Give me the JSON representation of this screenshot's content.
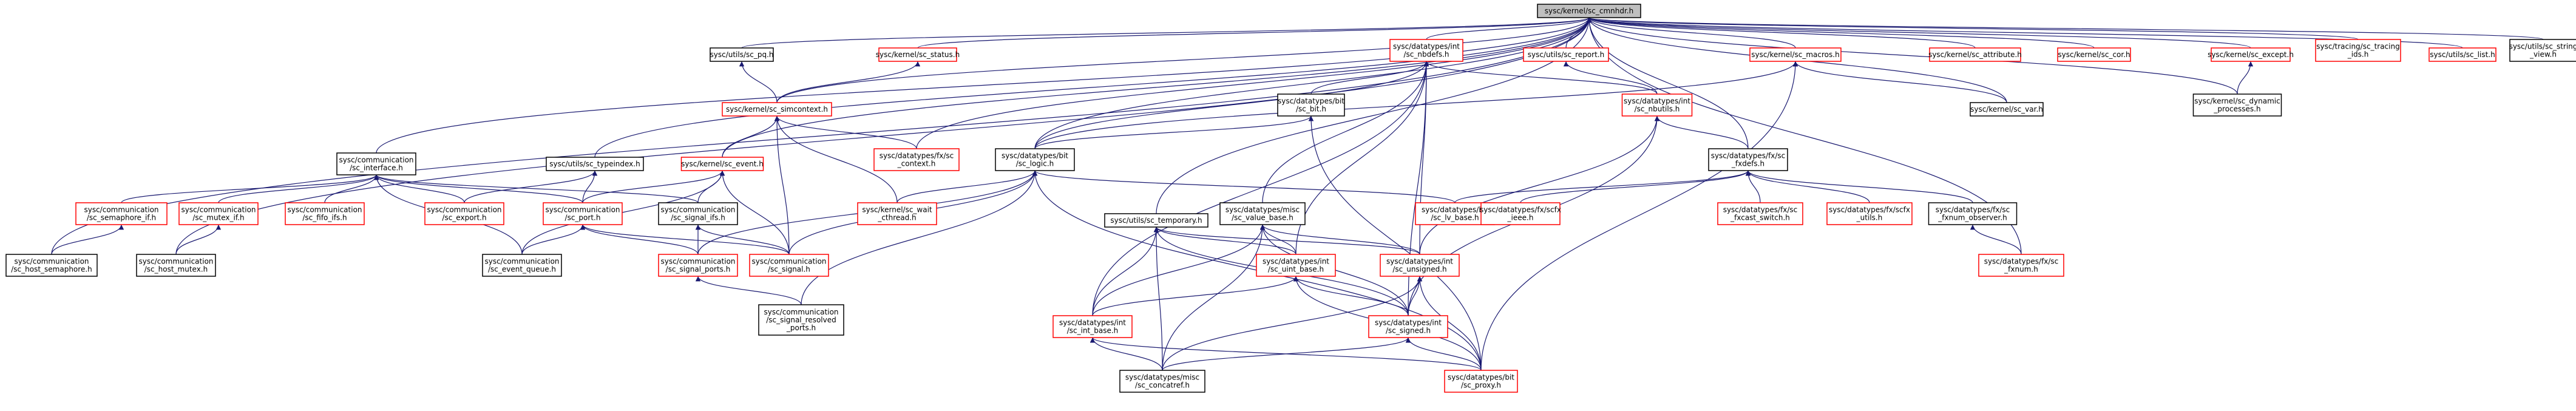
{
  "diagram": {
    "type": "include-dependency-graph",
    "root": "sc_cmnhdr",
    "colors": {
      "edge": "#191970",
      "link_border": "#ff0000",
      "plain_border": "#000000",
      "root_fill": "#bfbfbf"
    },
    "nodes": [
      {
        "id": "sc_cmnhdr",
        "label": [
          "sysc/kernel/sc_cmnhdr.h"
        ],
        "style": "root"
      },
      {
        "id": "sc_interface",
        "label": [
          "sysc/communication",
          "/sc_interface.h"
        ],
        "style": "black"
      },
      {
        "id": "sc_pq",
        "label": [
          "sysc/utils/sc_pq.h"
        ],
        "style": "black"
      },
      {
        "id": "sc_status",
        "label": [
          "sysc/kernel/sc_status.h"
        ],
        "style": "red"
      },
      {
        "id": "sc_nbdefs",
        "label": [
          "sysc/datatypes/int",
          "/sc_nbdefs.h"
        ],
        "style": "red"
      },
      {
        "id": "sc_report",
        "label": [
          "sysc/utils/sc_report.h"
        ],
        "style": "red"
      },
      {
        "id": "sc_macros",
        "label": [
          "sysc/kernel/sc_macros.h"
        ],
        "style": "red"
      },
      {
        "id": "sc_attribute",
        "label": [
          "sysc/kernel/sc_attribute.h"
        ],
        "style": "red"
      },
      {
        "id": "sc_cor",
        "label": [
          "sysc/kernel/sc_cor.h"
        ],
        "style": "red"
      },
      {
        "id": "sc_except",
        "label": [
          "sysc/kernel/sc_except.h"
        ],
        "style": "red"
      },
      {
        "id": "sc_tracing_ids",
        "label": [
          "sysc/tracing/sc_tracing",
          "_ids.h"
        ],
        "style": "red"
      },
      {
        "id": "sc_list",
        "label": [
          "sysc/utils/sc_list.h"
        ],
        "style": "red"
      },
      {
        "id": "sc_string_view",
        "label": [
          "sysc/utils/sc_string",
          "_view.h"
        ],
        "style": "black"
      },
      {
        "id": "sc_simcontext",
        "label": [
          "sysc/kernel/sc_simcontext.h"
        ],
        "style": "red"
      },
      {
        "id": "sc_bit",
        "label": [
          "sysc/datatypes/bit",
          "/sc_bit.h"
        ],
        "style": "black"
      },
      {
        "id": "sc_nbutils",
        "label": [
          "sysc/datatypes/int",
          "/sc_nbutils.h"
        ],
        "style": "red"
      },
      {
        "id": "sc_var",
        "label": [
          "sysc/kernel/sc_var.h"
        ],
        "style": "black"
      },
      {
        "id": "sc_dynamic_processes",
        "label": [
          "sysc/kernel/sc_dynamic",
          "_processes.h"
        ],
        "style": "black"
      },
      {
        "id": "sc_typeindex",
        "label": [
          "sysc/utils/sc_typeindex.h"
        ],
        "style": "black"
      },
      {
        "id": "sc_event",
        "label": [
          "sysc/kernel/sc_event.h"
        ],
        "style": "red"
      },
      {
        "id": "sc_context",
        "label": [
          "sysc/datatypes/fx/sc",
          "_context.h"
        ],
        "style": "red"
      },
      {
        "id": "sc_logic",
        "label": [
          "sysc/datatypes/bit",
          "/sc_logic.h"
        ],
        "style": "black"
      },
      {
        "id": "sc_fxdefs",
        "label": [
          "sysc/datatypes/fx/sc",
          "_fxdefs.h"
        ],
        "style": "black"
      },
      {
        "id": "sc_semaphore_if",
        "label": [
          "sysc/communication",
          "/sc_semaphore_if.h"
        ],
        "style": "red"
      },
      {
        "id": "sc_mutex_if",
        "label": [
          "sysc/communication",
          "/sc_mutex_if.h"
        ],
        "style": "red"
      },
      {
        "id": "sc_fifo_ifs",
        "label": [
          "sysc/communication",
          "/sc_fifo_ifs.h"
        ],
        "style": "red"
      },
      {
        "id": "sc_export",
        "label": [
          "sysc/communication",
          "/sc_export.h"
        ],
        "style": "red"
      },
      {
        "id": "sc_port",
        "label": [
          "sysc/communication",
          "/sc_port.h"
        ],
        "style": "red"
      },
      {
        "id": "sc_signal_ifs",
        "label": [
          "sysc/communication",
          "/sc_signal_ifs.h"
        ],
        "style": "black"
      },
      {
        "id": "sc_wait_cthread",
        "label": [
          "sysc/kernel/sc_wait",
          "_cthread.h"
        ],
        "style": "red"
      },
      {
        "id": "sc_temporary",
        "label": [
          "sysc/utils/sc_temporary.h"
        ],
        "style": "black"
      },
      {
        "id": "sc_value_base",
        "label": [
          "sysc/datatypes/misc",
          "/sc_value_base.h"
        ],
        "style": "black"
      },
      {
        "id": "sc_lv_base",
        "label": [
          "sysc/datatypes/bit",
          "/sc_lv_base.h"
        ],
        "style": "red"
      },
      {
        "id": "sc_ieee",
        "label": [
          "sysc/datatypes/fx/scfx",
          "_ieee.h"
        ],
        "style": "red"
      },
      {
        "id": "sc_fxcast_switch",
        "label": [
          "sysc/datatypes/fx/sc",
          "_fxcast_switch.h"
        ],
        "style": "red"
      },
      {
        "id": "scfx_utils",
        "label": [
          "sysc/datatypes/fx/scfx",
          "_utils.h"
        ],
        "style": "red"
      },
      {
        "id": "sc_fxnum_observer",
        "label": [
          "sysc/datatypes/fx/sc",
          "_fxnum_observer.h"
        ],
        "style": "black"
      },
      {
        "id": "sc_host_semaphore",
        "label": [
          "sysc/communication",
          "/sc_host_semaphore.h"
        ],
        "style": "black"
      },
      {
        "id": "sc_host_mutex",
        "label": [
          "sysc/communication",
          "/sc_host_mutex.h"
        ],
        "style": "black"
      },
      {
        "id": "sc_event_queue",
        "label": [
          "sysc/communication",
          "/sc_event_queue.h"
        ],
        "style": "black"
      },
      {
        "id": "sc_signal_ports",
        "label": [
          "sysc/communication",
          "/sc_signal_ports.h"
        ],
        "style": "red"
      },
      {
        "id": "sc_signal",
        "label": [
          "sysc/communication",
          "/sc_signal.h"
        ],
        "style": "red"
      },
      {
        "id": "sc_int_base",
        "label": [
          "sysc/datatypes/int",
          "/sc_int_base.h"
        ],
        "style": "red"
      },
      {
        "id": "sc_uint_base",
        "label": [
          "sysc/datatypes/int",
          "/sc_uint_base.h"
        ],
        "style": "red"
      },
      {
        "id": "sc_unsigned",
        "label": [
          "sysc/datatypes/int",
          "/sc_unsigned.h"
        ],
        "style": "red"
      },
      {
        "id": "sc_signed",
        "label": [
          "sysc/datatypes/int",
          "/sc_signed.h"
        ],
        "style": "red"
      },
      {
        "id": "sc_fxnum",
        "label": [
          "sysc/datatypes/fx/sc",
          "_fxnum.h"
        ],
        "style": "red"
      },
      {
        "id": "sc_signal_resolved_ports",
        "label": [
          "sysc/communication",
          "/sc_signal_resolved",
          "_ports.h"
        ],
        "style": "black"
      },
      {
        "id": "sc_concatref",
        "label": [
          "sysc/datatypes/misc",
          "/sc_concatref.h"
        ],
        "style": "black"
      },
      {
        "id": "sc_proxy",
        "label": [
          "sysc/datatypes/bit",
          "/sc_proxy.h"
        ],
        "style": "red"
      }
    ],
    "edges": [
      [
        "sc_cmnhdr",
        "sc_interface"
      ],
      [
        "sc_cmnhdr",
        "sc_pq"
      ],
      [
        "sc_cmnhdr",
        "sc_status"
      ],
      [
        "sc_cmnhdr",
        "sc_nbdefs"
      ],
      [
        "sc_cmnhdr",
        "sc_report"
      ],
      [
        "sc_cmnhdr",
        "sc_macros"
      ],
      [
        "sc_cmnhdr",
        "sc_attribute"
      ],
      [
        "sc_cmnhdr",
        "sc_cor"
      ],
      [
        "sc_cmnhdr",
        "sc_except"
      ],
      [
        "sc_cmnhdr",
        "sc_tracing_ids"
      ],
      [
        "sc_cmnhdr",
        "sc_list"
      ],
      [
        "sc_cmnhdr",
        "sc_string_view"
      ],
      [
        "sc_cmnhdr",
        "sc_simcontext"
      ],
      [
        "sc_cmnhdr",
        "sc_var"
      ],
      [
        "sc_cmnhdr",
        "sc_dynamic_processes"
      ],
      [
        "sc_cmnhdr",
        "sc_typeindex"
      ],
      [
        "sc_cmnhdr",
        "sc_event"
      ],
      [
        "sc_cmnhdr",
        "sc_context"
      ],
      [
        "sc_cmnhdr",
        "sc_logic"
      ],
      [
        "sc_cmnhdr",
        "sc_fxdefs"
      ],
      [
        "sc_cmnhdr",
        "sc_host_semaphore"
      ],
      [
        "sc_cmnhdr",
        "sc_host_mutex"
      ],
      [
        "sc_cmnhdr",
        "sc_temporary"
      ],
      [
        "sc_cmnhdr",
        "sc_fxnum"
      ],
      [
        "sc_status",
        "sc_simcontext"
      ],
      [
        "sc_pq",
        "sc_simcontext"
      ],
      [
        "sc_macros",
        "sc_logic"
      ],
      [
        "sc_macros",
        "sc_var"
      ],
      [
        "sc_macros",
        "sc_proxy"
      ],
      [
        "sc_nbdefs",
        "sc_bit"
      ],
      [
        "sc_nbdefs",
        "sc_nbutils"
      ],
      [
        "sc_nbdefs",
        "sc_logic"
      ],
      [
        "sc_nbdefs",
        "sc_value_base"
      ],
      [
        "sc_nbdefs",
        "sc_int_base"
      ],
      [
        "sc_nbdefs",
        "sc_uint_base"
      ],
      [
        "sc_nbdefs",
        "sc_unsigned"
      ],
      [
        "sc_nbdefs",
        "sc_signed"
      ],
      [
        "sc_report",
        "sc_nbutils"
      ],
      [
        "sc_except",
        "sc_dynamic_processes"
      ],
      [
        "sc_simcontext",
        "sc_event"
      ],
      [
        "sc_simcontext",
        "sc_context"
      ],
      [
        "sc_simcontext",
        "sc_wait_cthread"
      ],
      [
        "sc_simcontext",
        "sc_signal"
      ],
      [
        "sc_bit",
        "sc_logic"
      ],
      [
        "sc_bit",
        "sc_proxy"
      ],
      [
        "sc_nbutils",
        "sc_fxdefs"
      ],
      [
        "sc_nbutils",
        "sc_unsigned"
      ],
      [
        "sc_nbutils",
        "sc_signed"
      ],
      [
        "sc_typeindex",
        "sc_port"
      ],
      [
        "sc_typeindex",
        "sc_export"
      ],
      [
        "sc_event",
        "sc_port"
      ],
      [
        "sc_event",
        "sc_event_queue"
      ],
      [
        "sc_event",
        "sc_signal_ifs"
      ],
      [
        "sc_event",
        "sc_signal"
      ],
      [
        "sc_interface",
        "sc_semaphore_if"
      ],
      [
        "sc_interface",
        "sc_mutex_if"
      ],
      [
        "sc_interface",
        "sc_fifo_ifs"
      ],
      [
        "sc_interface",
        "sc_export"
      ],
      [
        "sc_interface",
        "sc_port"
      ],
      [
        "sc_interface",
        "sc_signal_ifs"
      ],
      [
        "sc_interface",
        "sc_event_queue"
      ],
      [
        "sc_logic",
        "sc_wait_cthread"
      ],
      [
        "sc_logic",
        "sc_lv_base"
      ],
      [
        "sc_logic",
        "sc_signal"
      ],
      [
        "sc_logic",
        "sc_signal_ports"
      ],
      [
        "sc_logic",
        "sc_signal_resolved_ports"
      ],
      [
        "sc_logic",
        "sc_proxy"
      ],
      [
        "sc_fxdefs",
        "sc_ieee"
      ],
      [
        "sc_fxdefs",
        "sc_fxcast_switch"
      ],
      [
        "sc_fxdefs",
        "scfx_utils"
      ],
      [
        "sc_fxdefs",
        "sc_fxnum_observer"
      ],
      [
        "sc_fxdefs",
        "sc_lv_base"
      ],
      [
        "sc_semaphore_if",
        "sc_host_semaphore"
      ],
      [
        "sc_mutex_if",
        "sc_host_mutex"
      ],
      [
        "sc_port",
        "sc_event_queue"
      ],
      [
        "sc_port",
        "sc_signal_ports"
      ],
      [
        "sc_port",
        "sc_signal"
      ],
      [
        "sc_signal_ifs",
        "sc_signal_ports"
      ],
      [
        "sc_signal_ifs",
        "sc_signal"
      ],
      [
        "sc_signal_ports",
        "sc_signal_resolved_ports"
      ],
      [
        "sc_temporary",
        "sc_int_base"
      ],
      [
        "sc_temporary",
        "sc_uint_base"
      ],
      [
        "sc_temporary",
        "sc_unsigned"
      ],
      [
        "sc_temporary",
        "sc_signed"
      ],
      [
        "sc_temporary",
        "sc_concatref"
      ],
      [
        "sc_value_base",
        "sc_int_base"
      ],
      [
        "sc_value_base",
        "sc_uint_base"
      ],
      [
        "sc_value_base",
        "sc_unsigned"
      ],
      [
        "sc_value_base",
        "sc_signed"
      ],
      [
        "sc_value_base",
        "sc_concatref"
      ],
      [
        "sc_fxnum_observer",
        "sc_fxnum"
      ],
      [
        "sc_uint_base",
        "sc_int_base"
      ],
      [
        "sc_uint_base",
        "sc_signed"
      ],
      [
        "sc_uint_base",
        "sc_proxy"
      ],
      [
        "sc_unsigned",
        "sc_signed"
      ],
      [
        "sc_unsigned",
        "sc_proxy"
      ],
      [
        "sc_unsigned",
        "sc_concatref"
      ],
      [
        "sc_int_base",
        "sc_proxy"
      ],
      [
        "sc_int_base",
        "sc_concatref"
      ],
      [
        "sc_signed",
        "sc_proxy"
      ],
      [
        "sc_signed",
        "sc_concatref"
      ]
    ]
  }
}
